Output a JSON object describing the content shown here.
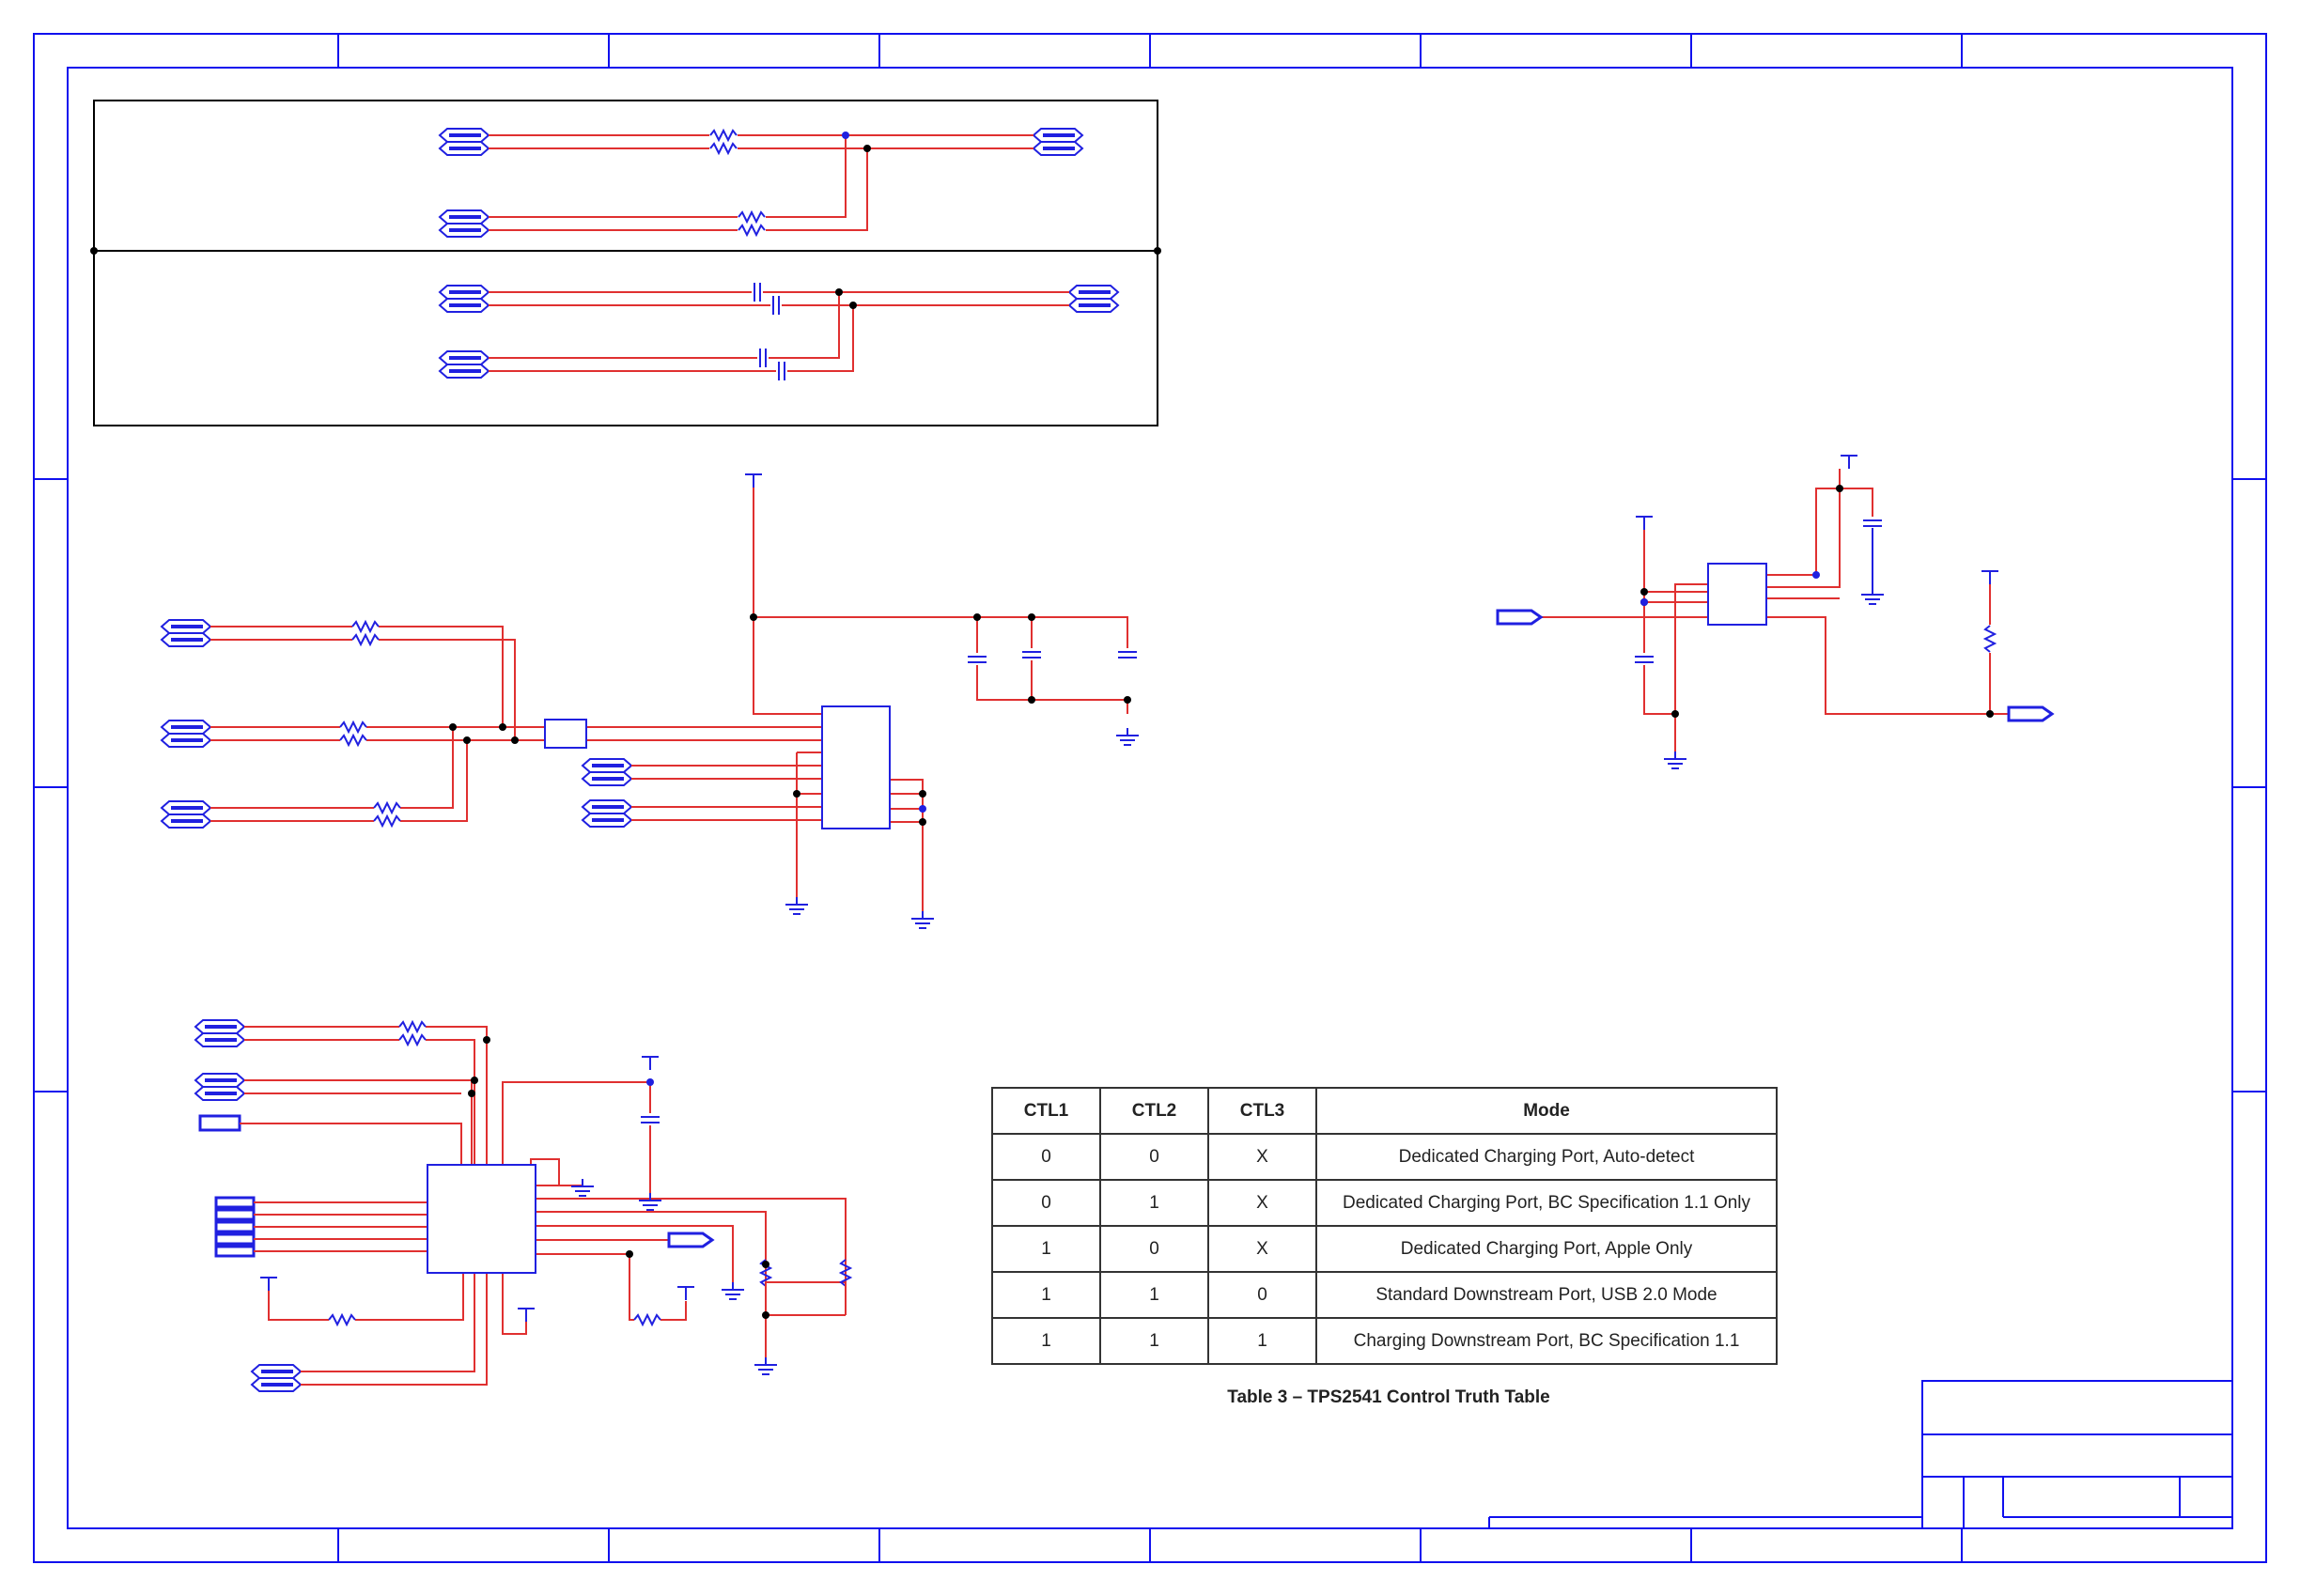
{
  "colors": {
    "frame": "#1010ee",
    "component": "#2020e0",
    "wire": "#e03030",
    "junction": "#000000",
    "table_border": "#333333"
  },
  "truth_table": {
    "headers": [
      "CTL1",
      "CTL2",
      "CTL3",
      "Mode"
    ],
    "rows": [
      [
        "0",
        "0",
        "X",
        "Dedicated Charging Port, Auto-detect"
      ],
      [
        "0",
        "1",
        "X",
        "Dedicated Charging Port, BC Specification 1.1 Only"
      ],
      [
        "1",
        "0",
        "X",
        "Dedicated Charging Port, Apple Only"
      ],
      [
        "1",
        "1",
        "0",
        "Standard Downstream Port, USB 2.0 Mode"
      ],
      [
        "1",
        "1",
        "1",
        "Charging Downstream Port, BC Specification 1.1"
      ]
    ],
    "caption": "Table 3 – TPS2541 Control Truth Table"
  }
}
